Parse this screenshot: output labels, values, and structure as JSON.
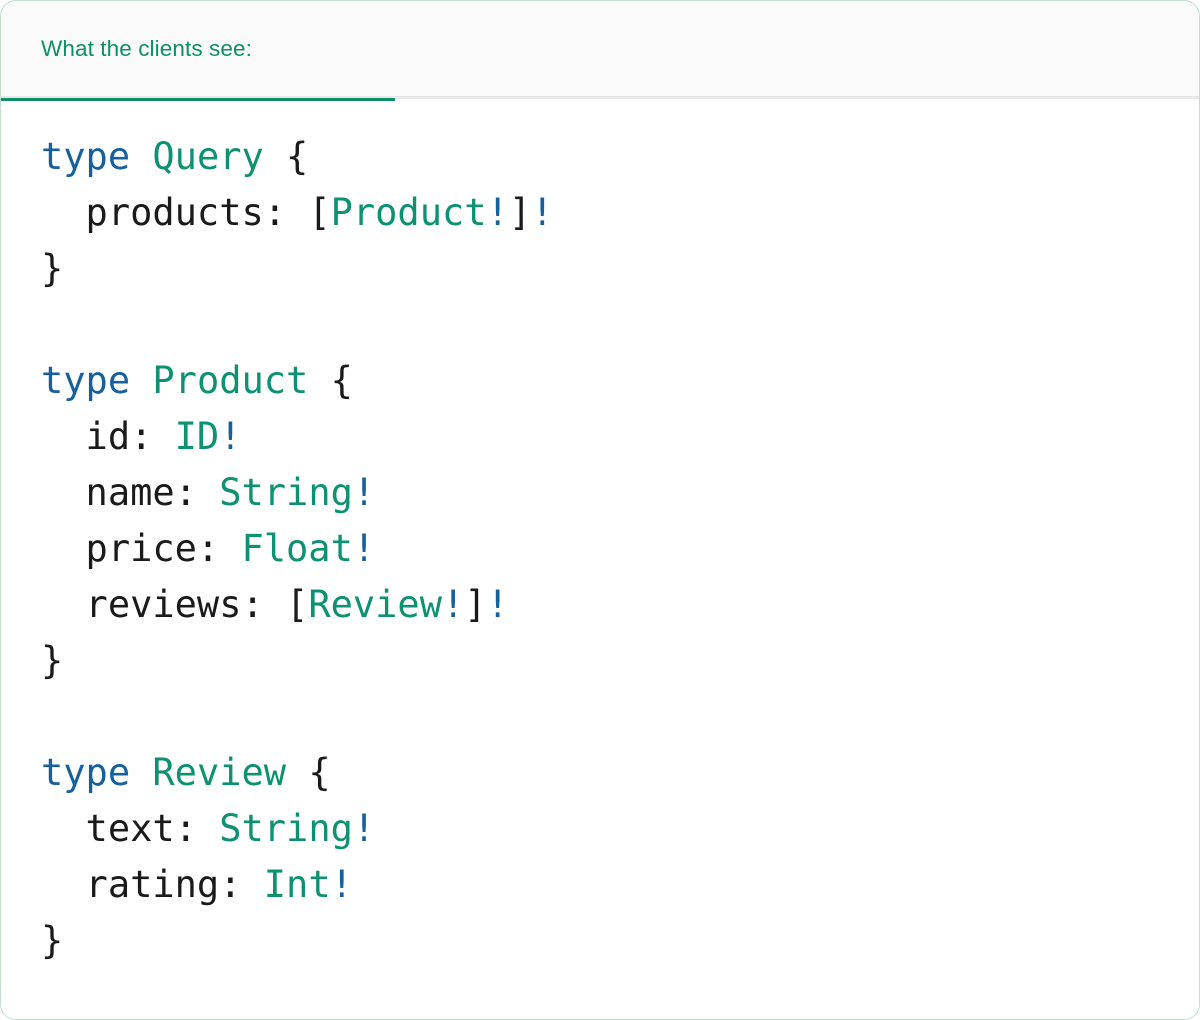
{
  "card": {
    "border_color": "#bfdfcf",
    "background": "#ffffff"
  },
  "tabbar": {
    "background": "#fafafa",
    "active_tab": {
      "label": "What the clients see:",
      "color": "#0d9068",
      "underline_color": "#0d9068"
    },
    "divider_color": "#e8e8e8"
  },
  "syntax_colors": {
    "keyword": "#17609e",
    "type_name": "#0d9271",
    "field_name": "#1a1a1a",
    "punctuation": "#1a1a1a",
    "non_null_bang": "#17609e"
  },
  "code": {
    "language": "graphql",
    "full_text": "type Query {\n  products: [Product!]!\n}\n\ntype Product {\n  id: ID!\n  name: String!\n  price: Float!\n  reviews: [Review!]!\n}\n\ntype Review {\n  text: String!\n  rating: Int!\n}",
    "lines": [
      {
        "n": 1,
        "tokens": [
          {
            "t": "type",
            "c": "kw"
          },
          {
            "t": " ",
            "c": "plain"
          },
          {
            "t": "Query",
            "c": "type"
          },
          {
            "t": " {",
            "c": "punct"
          }
        ]
      },
      {
        "n": 2,
        "tokens": [
          {
            "t": "  products: ",
            "c": "plain"
          },
          {
            "t": "[",
            "c": "punct"
          },
          {
            "t": "Product",
            "c": "type"
          },
          {
            "t": "!",
            "c": "bang"
          },
          {
            "t": "]",
            "c": "punct"
          },
          {
            "t": "!",
            "c": "bang"
          }
        ]
      },
      {
        "n": 3,
        "tokens": [
          {
            "t": "}",
            "c": "punct"
          }
        ]
      },
      {
        "n": 4,
        "tokens": [
          {
            "t": "",
            "c": "plain"
          }
        ]
      },
      {
        "n": 5,
        "tokens": [
          {
            "t": "type",
            "c": "kw"
          },
          {
            "t": " ",
            "c": "plain"
          },
          {
            "t": "Product",
            "c": "type"
          },
          {
            "t": " {",
            "c": "punct"
          }
        ]
      },
      {
        "n": 6,
        "tokens": [
          {
            "t": "  id: ",
            "c": "plain"
          },
          {
            "t": "ID",
            "c": "type"
          },
          {
            "t": "!",
            "c": "bang"
          }
        ]
      },
      {
        "n": 7,
        "tokens": [
          {
            "t": "  name: ",
            "c": "plain"
          },
          {
            "t": "String",
            "c": "type"
          },
          {
            "t": "!",
            "c": "bang"
          }
        ]
      },
      {
        "n": 8,
        "tokens": [
          {
            "t": "  price: ",
            "c": "plain"
          },
          {
            "t": "Float",
            "c": "type"
          },
          {
            "t": "!",
            "c": "bang"
          }
        ]
      },
      {
        "n": 9,
        "tokens": [
          {
            "t": "  reviews: ",
            "c": "plain"
          },
          {
            "t": "[",
            "c": "punct"
          },
          {
            "t": "Review",
            "c": "type"
          },
          {
            "t": "!",
            "c": "bang"
          },
          {
            "t": "]",
            "c": "punct"
          },
          {
            "t": "!",
            "c": "bang"
          }
        ]
      },
      {
        "n": 10,
        "tokens": [
          {
            "t": "}",
            "c": "punct"
          }
        ]
      },
      {
        "n": 11,
        "tokens": [
          {
            "t": "",
            "c": "plain"
          }
        ]
      },
      {
        "n": 12,
        "tokens": [
          {
            "t": "type",
            "c": "kw"
          },
          {
            "t": " ",
            "c": "plain"
          },
          {
            "t": "Review",
            "c": "type"
          },
          {
            "t": " {",
            "c": "punct"
          }
        ]
      },
      {
        "n": 13,
        "tokens": [
          {
            "t": "  text: ",
            "c": "plain"
          },
          {
            "t": "String",
            "c": "type"
          },
          {
            "t": "!",
            "c": "bang"
          }
        ]
      },
      {
        "n": 14,
        "tokens": [
          {
            "t": "  rating: ",
            "c": "plain"
          },
          {
            "t": "Int",
            "c": "type"
          },
          {
            "t": "!",
            "c": "bang"
          }
        ]
      },
      {
        "n": 15,
        "tokens": [
          {
            "t": "}",
            "c": "punct"
          }
        ]
      }
    ]
  }
}
